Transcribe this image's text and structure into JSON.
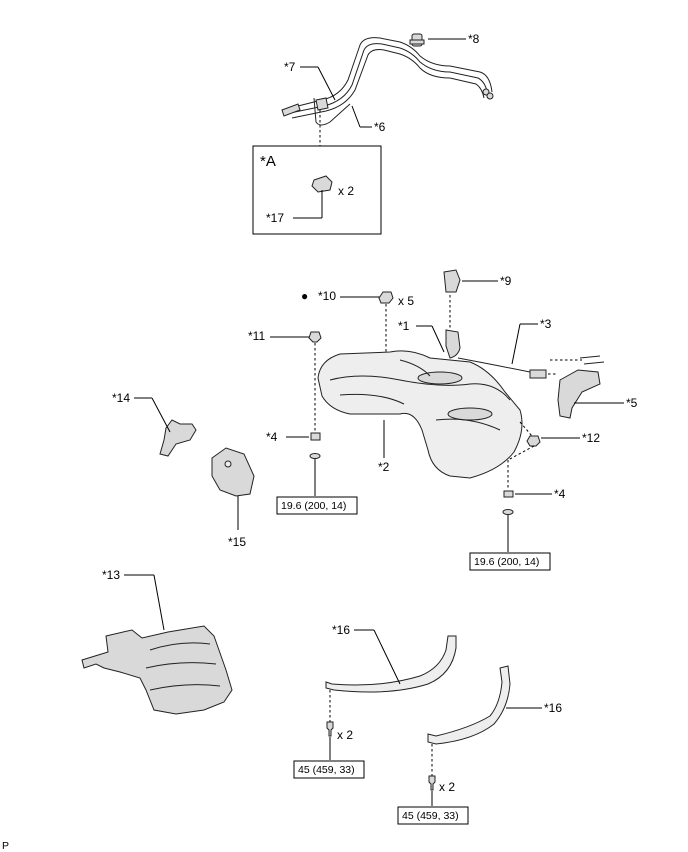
{
  "callouts": {
    "c1": "*1",
    "c2": "*2",
    "c3": "*3",
    "c4a": "*4",
    "c4b": "*4",
    "c5": "*5",
    "c6": "*6",
    "c7": "*7",
    "c8": "*8",
    "c9": "*9",
    "c10": "*10",
    "c11": "*11",
    "c12": "*12",
    "c13": "*13",
    "c14": "*14",
    "c15": "*15",
    "c16a": "*16",
    "c16b": "*16",
    "c17": "*17"
  },
  "detail_box_label": "*A",
  "quantities": {
    "q17": "x 2",
    "q10": "x 5",
    "q16a": "x 2",
    "q16b": "x 2"
  },
  "torque": {
    "t1": "19.6 (200, 14)",
    "t2": "19.6 (200, 14)",
    "t3": "45 (459, 33)",
    "t4": "45 (459, 33)"
  },
  "reuse_marker": "●",
  "corner_mark": "P"
}
